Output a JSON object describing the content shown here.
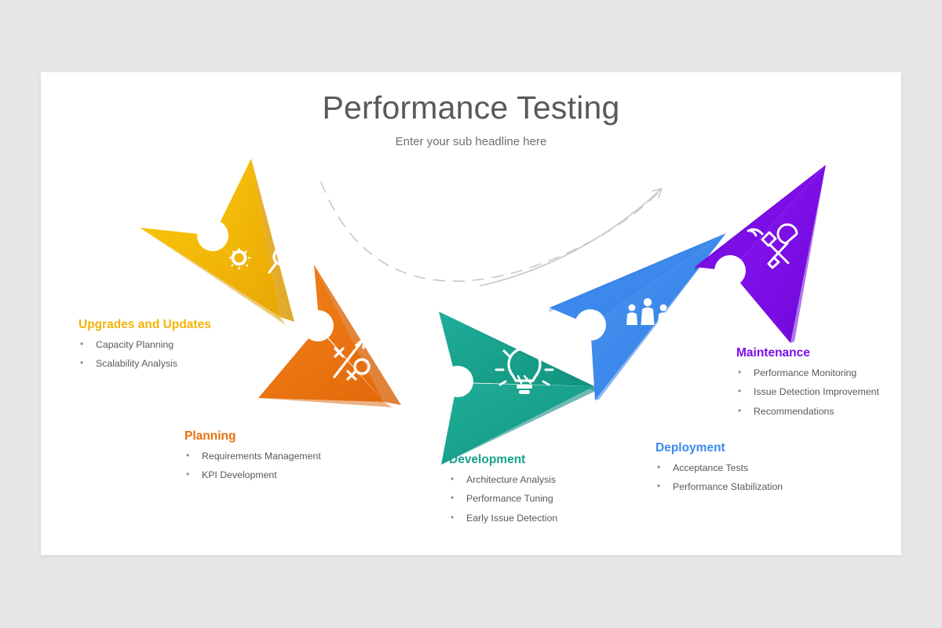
{
  "slide": {
    "title": "Performance Testing",
    "subtitle": "Enter your sub headline here",
    "background_color": "#ffffff",
    "page_background_color": "#e8e7e7"
  },
  "flow": {
    "connector": "dashed-curved-arrow",
    "connector_color": "#c8c8c8"
  },
  "steps": [
    {
      "id": "upgrades",
      "title": "Upgrades and Updates",
      "color": "#f2b306",
      "icon": "gears-magnifier-icon",
      "bullets": [
        "Capacity Planning",
        "Scalability Analysis"
      ]
    },
    {
      "id": "planning",
      "title": "Planning",
      "color": "#e8720c",
      "icon": "strategy-icon",
      "bullets": [
        "Requirements  Management",
        "KPI Development"
      ]
    },
    {
      "id": "development",
      "title": "Development",
      "color": "#17a08c",
      "icon": "lightbulb-icon",
      "bullets": [
        "Architecture  Analysis",
        "Performance  Tuning",
        "Early Issue Detection"
      ]
    },
    {
      "id": "deployment",
      "title": "Deployment",
      "color": "#3c8aee",
      "icon": "people-team-icon",
      "bullets": [
        "Acceptance Tests",
        "Performance Stabilization"
      ]
    },
    {
      "id": "maintenance",
      "title": "Maintenance",
      "color": "#7b0de8",
      "icon": "hammer-wrench-icon",
      "bullets": [
        "Performance Monitoring",
        "Issue Detection Improvement",
        "Recommendations"
      ]
    }
  ]
}
